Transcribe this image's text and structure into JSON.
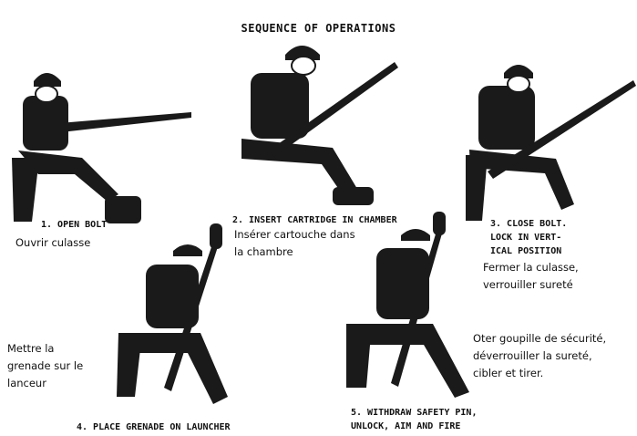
{
  "title": "SEQUENCE OF OPERATIONS",
  "steps": [
    {
      "caption": "1. OPEN BOLT",
      "french": "Ouvrir culasse"
    },
    {
      "caption": "2. INSERT CARTRIDGE IN CHAMBER",
      "french": "Insérer cartouche dans\nla chambre"
    },
    {
      "caption": "3. CLOSE BOLT.\nLOCK IN VERT-\nICAL POSITION",
      "french": "Fermer la culasse,\nverrouiller sureté"
    },
    {
      "caption": "4. PLACE GRENADE ON LAUNCHER",
      "french": "Mettre la\ngrenade sur le\nlanceur"
    },
    {
      "caption": "5. WITHDRAW SAFETY PIN,\nUNLOCK, AIM AND FIRE",
      "french": "Oter goupille de sécurité,\ndéverrouiller la sureté,\ncibler et tirer."
    }
  ]
}
